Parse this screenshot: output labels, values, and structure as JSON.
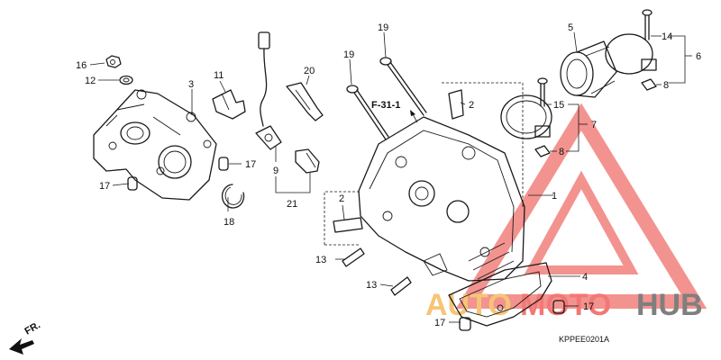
{
  "callouts": [
    "1",
    "2",
    "2",
    "3",
    "4",
    "5",
    "6",
    "7",
    "8",
    "8",
    "9",
    "11",
    "12",
    "13",
    "13",
    "14",
    "15",
    "16",
    "17",
    "17",
    "17",
    "17",
    "18",
    "19",
    "19",
    "20",
    "21"
  ],
  "reference": "F-31-1",
  "front_marker": "FR.",
  "diagram_code": "KPPEE0201A",
  "watermark": {
    "text_a": "AUTO",
    "text_b": "MOTO",
    "text_c": "HUB",
    "color_a": "#f2b24a",
    "color_b": "#e8302e",
    "color_c": "#444444"
  }
}
